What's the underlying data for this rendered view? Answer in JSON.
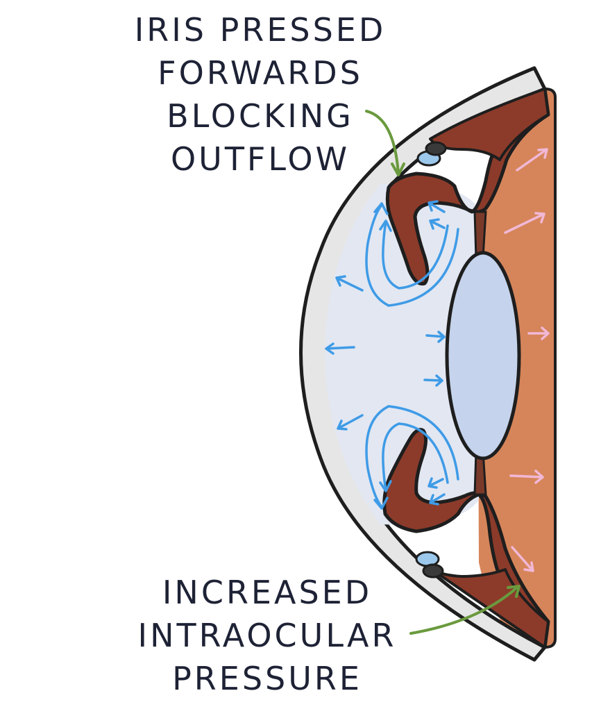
{
  "labels": {
    "top": [
      "IRIS PRESSED",
      "FORWARDS",
      "BLOCKING",
      "OUTFLOW"
    ],
    "bottom": [
      "INCREASED",
      "INTRAOCULAR",
      "PRESSURE"
    ]
  },
  "colors": {
    "outline": "#1e1e1e",
    "cornea": "#e6e6e6",
    "anterior_chamber": "#e2e7f2",
    "iris": "#8c3b2a",
    "lens": "#c5d3ec",
    "vitreous": "#d6855a",
    "fluid_arrows": "#3f9be6",
    "pressure_arrows": "#f1b8d6",
    "pointer_arrows": "#6a9a3e",
    "trabecular": "#9cc8ec",
    "canal": "#2a2a2a"
  }
}
